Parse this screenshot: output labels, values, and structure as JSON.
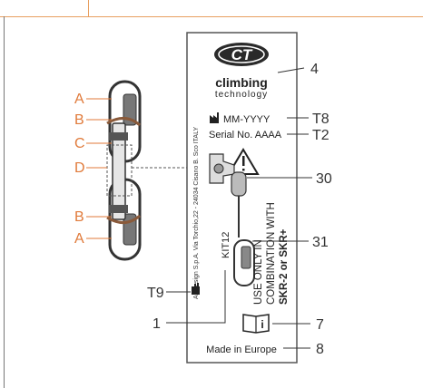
{
  "colors": {
    "accent": "#e07a3a",
    "line": "#333333",
    "label_bg": "#ffffff",
    "border": "#555555"
  },
  "icons": [
    "logo-ct",
    "factory-icon",
    "warning-icon",
    "manual-info-icon",
    "glove-icon"
  ],
  "label": {
    "logo_text": "CT",
    "brand_line1": "climbing",
    "brand_line2": "technology",
    "manufacturer_vertical": "Aludesign S.p.A. Via Torchio,22 - 24034 Cisano B. Sco ITALY",
    "date_code": "MM-YYYY",
    "serial": "Serial No. AAAA",
    "kit_code": "KIT12",
    "use_line1": "USE ONLY IN",
    "use_line2": "COMBINATION WITH",
    "use_line3": "SKR-2 or SKR+",
    "made_in": "Made in Europe"
  },
  "left_labels": {
    "a_top": "A",
    "b_top": "B",
    "c": "C",
    "d": "D",
    "b_bottom": "B",
    "a_bottom": "A"
  },
  "callouts": {
    "c4": "4",
    "t8": "T8",
    "t2": "T2",
    "c30": "30",
    "c31": "31",
    "t9": "T9",
    "c1": "1",
    "c7": "7",
    "c8": "8"
  }
}
